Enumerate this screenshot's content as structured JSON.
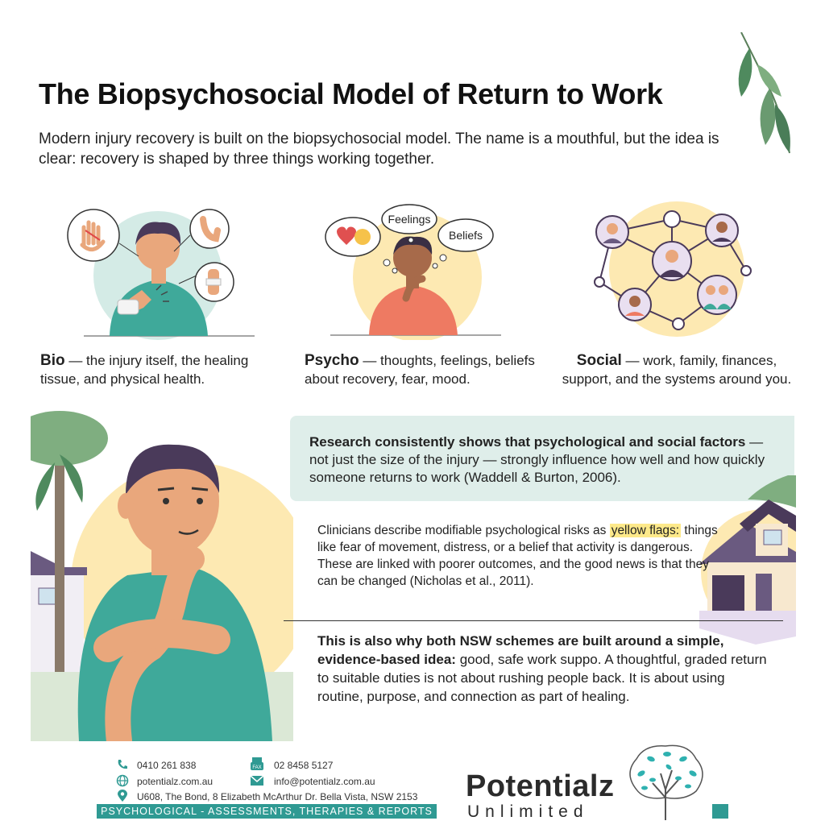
{
  "title": "The Biopsychosocial Model of Return to Work",
  "intro": "Modern injury recovery is built on the biopsychosocial model. The name is a mouthful, but the idea is clear: recovery is shaped by three things working together.",
  "panels": {
    "bio": {
      "term": "Bio",
      "text": " — the injury itself, the healing tissue, and physical health."
    },
    "psycho": {
      "term": "Psycho",
      "text": " — thoughts, feelings, beliefs about recovery, fear, mood.",
      "bubble_feelings": "Feelings",
      "bubble_beliefs": "Beliefs"
    },
    "social": {
      "term": "Social",
      "text": " — work, family, finances, support, and the systems around you."
    }
  },
  "research": {
    "strong": "Research consistently shows that psychological and social factors",
    "rest": " — not just the size of the injury — strongly influence how well and how quickly someone returns to work (Waddell & Burton, 2006)."
  },
  "flags": {
    "before": "Clinicians describe modifiable psychological risks as ",
    "highlight": "yellow flags:",
    "after": " things like fear of movement, distress, or a belief that activity is dangerous. These are linked with poorer outcomes, and the good news is that they can be changed (Nicholas et al., 2011)."
  },
  "nsw": {
    "strong": "This is also why both NSW schemes are built around a simple, evidence-based idea:",
    "rest": " good, safe work suppo. A thoughtful, graded return to suitable duties is not about rushing people back. It is about using routine, purpose, and connection as part of healing."
  },
  "footer": {
    "phone": "0410  261 838",
    "fax": "02 8458 5127",
    "fax_label": "FAX",
    "website": "potentialz.com.au",
    "email": "info@potentialz.com.au",
    "address": "U608, The Bond, 8 Elizabeth McArthur Dr. Bella Vista, NSW 2153",
    "strip": "PSYCHOLOGICAL - ASSESSMENTS, THERAPIES & REPORTS",
    "brand_name": "Potentialz",
    "brand_sub": "Unlimited"
  },
  "icons": [
    "phone-icon",
    "fax-icon",
    "globe-icon",
    "mail-icon",
    "location-pin-icon",
    "tree-brain-logo-icon"
  ],
  "colors": {
    "teal": "#2f9a93",
    "mint": "#dfeeea",
    "highlight": "#fde98a",
    "shirt_teal": "#3fa99a",
    "shirt_coral": "#ee7a62",
    "skin": "#e9a77c",
    "hair": "#4a3a5a"
  }
}
